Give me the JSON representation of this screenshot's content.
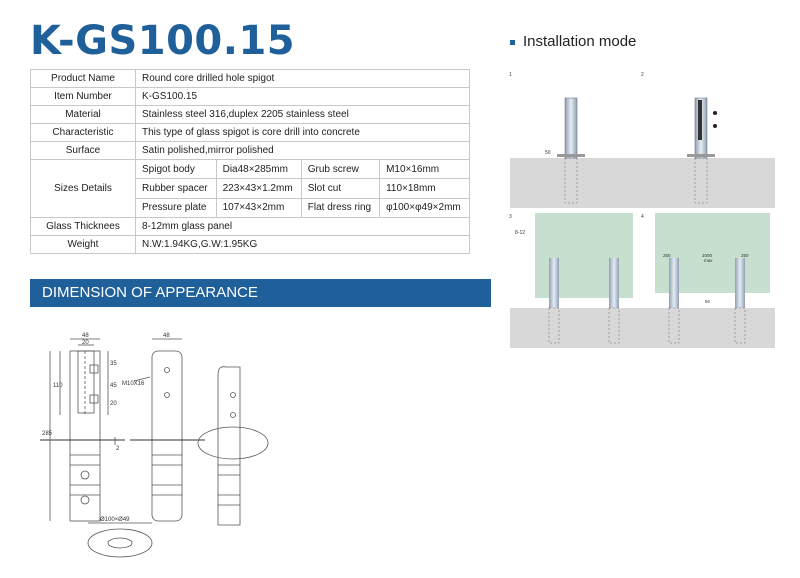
{
  "title": "K-GS100.15",
  "install_heading": "Installation mode",
  "dimension_heading": "DIMENSION OF APPEARANCE",
  "spec": {
    "product_name": {
      "label": "Product Name",
      "value": "Round core drilled hole spigot"
    },
    "item_number": {
      "label": "Item Number",
      "value": "K-GS100.15"
    },
    "material": {
      "label": "Material",
      "value": "Stainless steel 316,duplex 2205 stainless steel"
    },
    "characteristic": {
      "label": "Characteristic",
      "value": "This type of glass spigot   is core drill into concrete"
    },
    "surface": {
      "label": "Surface",
      "value": "Satin polished,mirror polished"
    },
    "sizes": {
      "label": "Sizes Details",
      "rows": [
        [
          "Spigot body",
          "Dia48×285mm",
          "Grub screw",
          "M10×16mm"
        ],
        [
          "Rubber spacer",
          "223×43×1.2mm",
          "Slot cut",
          "110×18mm"
        ],
        [
          "Pressure plate",
          "107×43×2mm",
          "Flat dress ring",
          "φ100×φ49×2mm"
        ]
      ]
    },
    "glass": {
      "label": "Glass Thicknees",
      "value": "8-12mm glass panel"
    },
    "weight": {
      "label": "Weight",
      "value": "N.W:1.94KG,G.W:1.95KG"
    }
  },
  "drawing_labels": {
    "w48a": "48",
    "w48b": "48",
    "w20": "20",
    "h110": "110",
    "h285": "285",
    "d35": "35",
    "d45": "45",
    "d20": "20",
    "d2": "2",
    "screw": "M10X16",
    "ring": "Ø100×Ø49"
  },
  "install_labels": {
    "n1": "1",
    "n2": "2",
    "n3": "3",
    "n4": "4",
    "d50": "50",
    "gap": "8-12",
    "s250a": "250",
    "s1000": "1000",
    "max": "max",
    "s250b": "250",
    "d50b": "50"
  }
}
